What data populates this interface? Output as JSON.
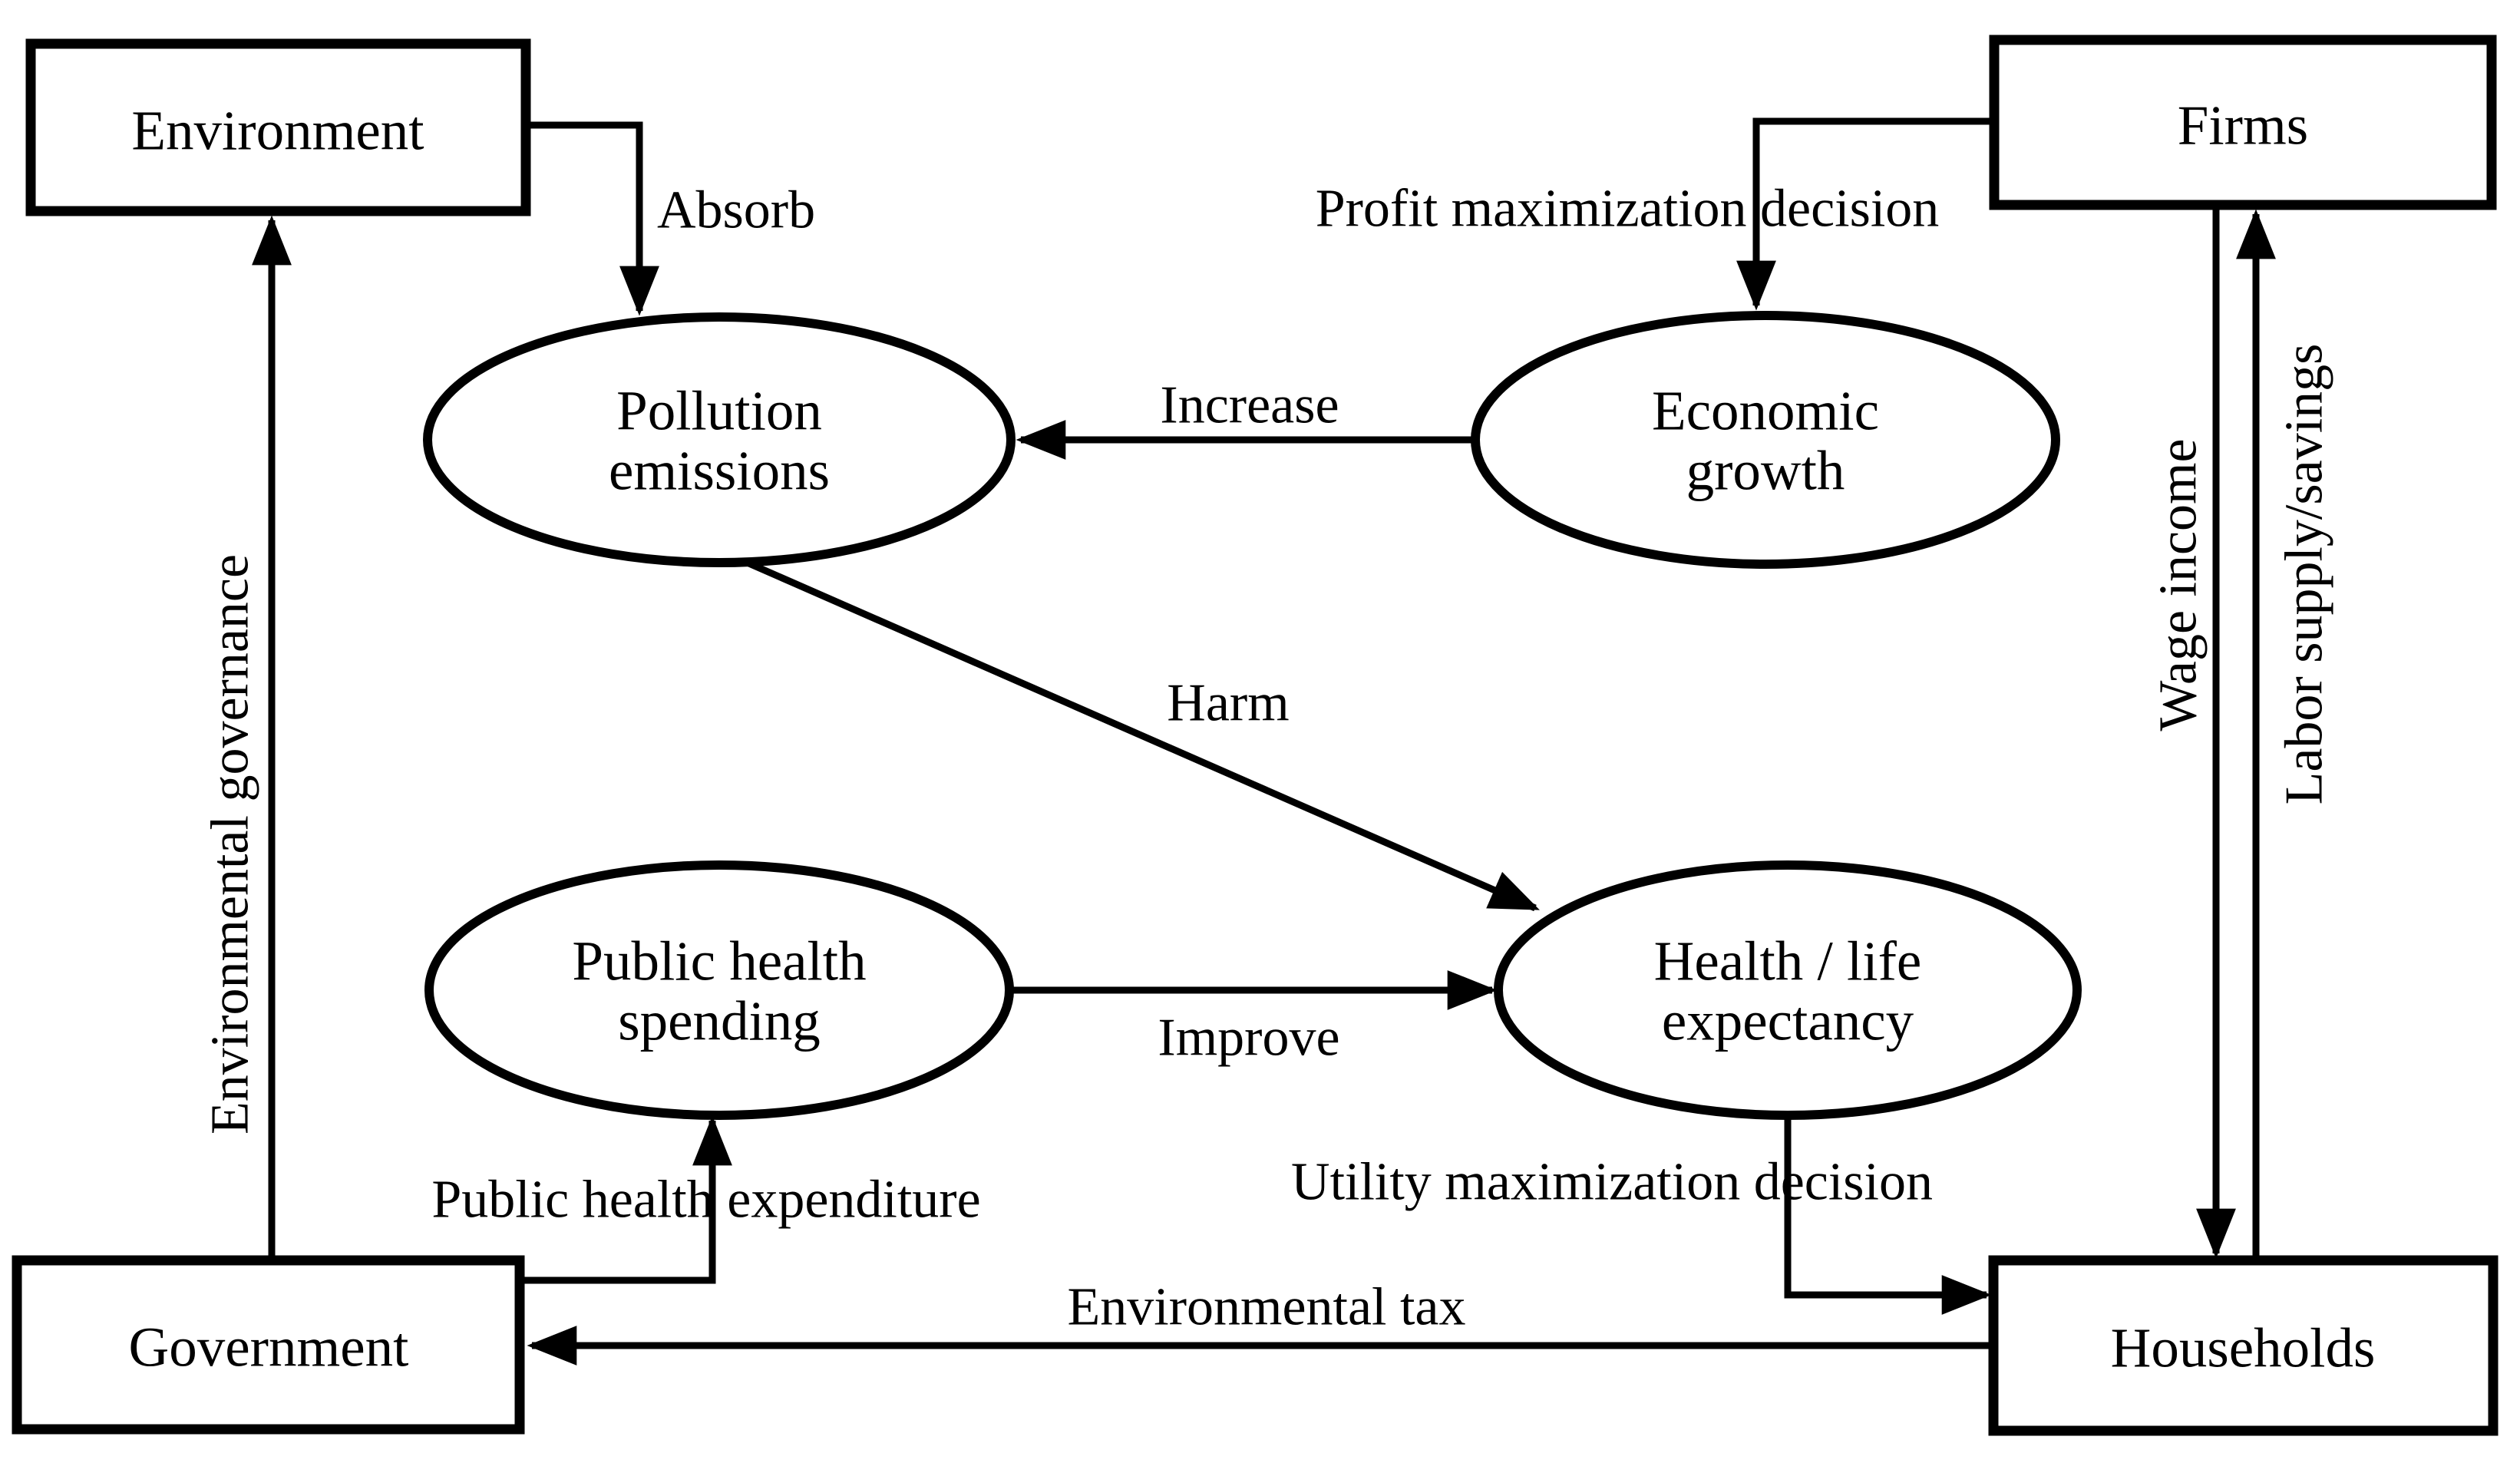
{
  "diagram": {
    "colors": {
      "background": "#ffffff",
      "line": "#000000",
      "text": "#000000",
      "node_fill": "#ffffff"
    },
    "nodes": {
      "environment": {
        "shape": "rectangle",
        "label": "Environment"
      },
      "firms": {
        "shape": "rectangle",
        "label": "Firms"
      },
      "government": {
        "shape": "rectangle",
        "label": "Government"
      },
      "households": {
        "shape": "rectangle",
        "label": "Households"
      },
      "pollution_emissions": {
        "shape": "ellipse",
        "label_line1": "Pollution",
        "label_line2": "emissions"
      },
      "economic_growth": {
        "shape": "ellipse",
        "label_line1": "Economic",
        "label_line2": "growth"
      },
      "public_health_spending": {
        "shape": "ellipse",
        "label_line1": "Public health",
        "label_line2": "spending"
      },
      "health_life_expectancy": {
        "shape": "ellipse",
        "label_line1": "Health / life",
        "label_line2": "expectancy"
      }
    },
    "edges": {
      "absorb": {
        "label": "Absorb",
        "from": "Environment",
        "to": "Pollution emissions"
      },
      "profit_maximization": {
        "label": "Profit maximization decision",
        "from": "Firms",
        "to": "Economic growth"
      },
      "increase": {
        "label": "Increase",
        "from": "Economic growth",
        "to": "Pollution emissions"
      },
      "harm": {
        "label": "Harm",
        "from": "Pollution emissions",
        "to": "Health / life expectancy"
      },
      "improve": {
        "label": "Improve",
        "from": "Public health spending",
        "to": "Health / life expectancy"
      },
      "environmental_governance": {
        "label": "Environmental governance",
        "from": "Government",
        "to": "Environment",
        "orientation": "vertical"
      },
      "public_health_expenditure": {
        "label": "Public health expenditure",
        "from": "Government",
        "to": "Public health spending"
      },
      "utility_maximization": {
        "label": "Utility maximization decision",
        "from": "Health / life expectancy",
        "to": "Households"
      },
      "environmental_tax": {
        "label": "Environmental tax",
        "from": "Households",
        "to": "Government"
      },
      "wage_income": {
        "label": "Wage income",
        "from": "Firms",
        "to": "Households",
        "orientation": "vertical"
      },
      "labor_supply_savings": {
        "label": "Labor supply/savings",
        "from": "Households",
        "to": "Firms",
        "orientation": "vertical"
      }
    }
  }
}
